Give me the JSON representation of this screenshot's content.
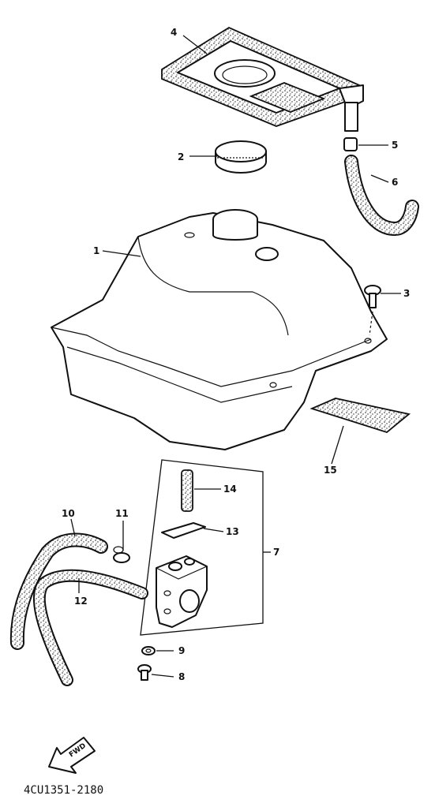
{
  "callouts": {
    "c1": "1",
    "c2": "2",
    "c3": "3",
    "c4": "4",
    "c5": "5",
    "c6": "6",
    "c7": "7",
    "c8": "8",
    "c9": "9",
    "c10": "10",
    "c11": "11",
    "c12": "12",
    "c13": "13",
    "c14": "14",
    "c15": "15"
  },
  "diagram_code": "4CU1351-2180",
  "arrow_label": "FWD"
}
